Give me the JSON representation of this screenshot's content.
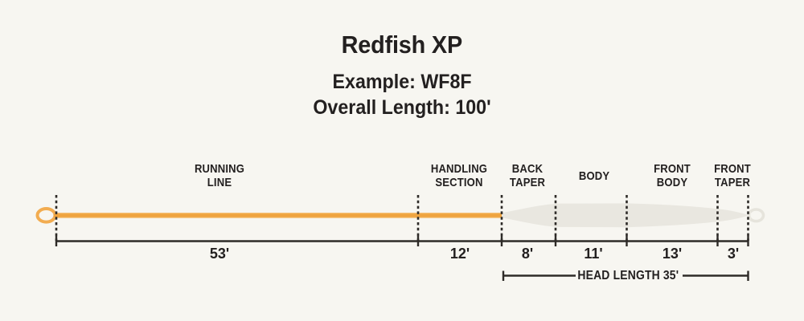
{
  "header": {
    "title": "Redfish XP",
    "example_line": "Example: WF8F",
    "overall_length_line": "Overall Length: 100'"
  },
  "diagram": {
    "sections": [
      {
        "name": "RUNNING LINE",
        "length": "53'"
      },
      {
        "name": "HANDLING SECTION",
        "length": "12'"
      },
      {
        "name": "BACK TAPER",
        "length": "8'"
      },
      {
        "name": "BODY",
        "length": "11'"
      },
      {
        "name": "FRONT BODY",
        "length": "13'"
      },
      {
        "name": "FRONT TAPER",
        "length": "3'"
      }
    ],
    "head_length_label": "HEAD LENGTH 35'"
  },
  "colors": {
    "bg": "#F7F6F1",
    "ink": "#232020",
    "dark": "#2E2B28",
    "orange": "#EFA43F",
    "orange-light": "#F5BE70",
    "orange-loop": "#F2AC50",
    "head": "#E9E7E0",
    "loop-gray": "#E6E4DC"
  }
}
